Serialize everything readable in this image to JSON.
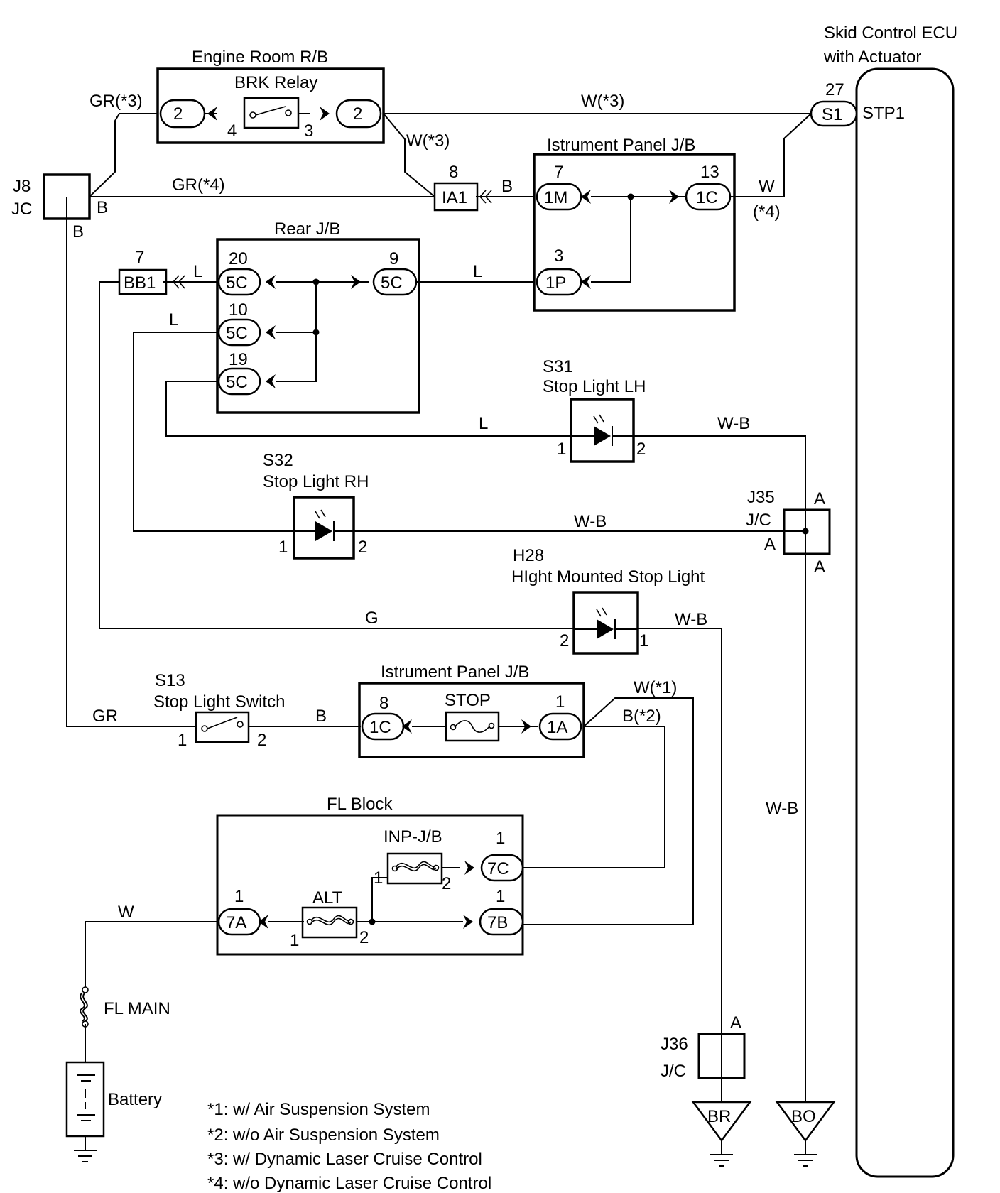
{
  "ecu": {
    "title1": "Skid Control ECU",
    "title2": "with Actuator",
    "pin_num": "27",
    "pin": "S1",
    "terminal": "STP1"
  },
  "engine_rb": {
    "title": "Engine Room R/B",
    "relay": "BRK Relay",
    "left_pin": "2",
    "right_pin": "2",
    "relay_pin_left": "4",
    "relay_pin_right": "3"
  },
  "wires": {
    "gr3": "GR(*3)",
    "w3_top": "W(*3)",
    "w3_diag": "W(*3)",
    "gr4": "GR(*4)",
    "b_ia1": "B",
    "w_ecu": "W",
    "star4": "(*4)",
    "l_bb1": "L",
    "l_rear_ip": "L",
    "l_10": "L",
    "l_s31": "L",
    "wb_s31": "W-B",
    "wb_s32": "W-B",
    "g_h28": "G",
    "wb_h28": "W-B",
    "gr_sw": "GR",
    "b_sw": "B",
    "w1": "W(*1)",
    "b2": "B(*2)",
    "wb_vert": "W-B",
    "w_fl": "W"
  },
  "j8": {
    "name": "J8",
    "sub": "JC",
    "pin_right": "B",
    "pin_bottom": "B"
  },
  "ia1": {
    "num": "8",
    "name": "IA1"
  },
  "ip_jb": {
    "title": "Istrument Panel J/B",
    "p7": "7",
    "c1m": "1M",
    "p13": "13",
    "c1c": "1C",
    "p3": "3",
    "c1p": "1P"
  },
  "rear_jb": {
    "title": "Rear J/B",
    "p20": "20",
    "p9": "9",
    "p10": "10",
    "p19": "19",
    "conn": "5C"
  },
  "bb1": {
    "num": "7",
    "name": "BB1"
  },
  "s31": {
    "id": "S31",
    "name": "Stop Light LH",
    "p1": "1",
    "p2": "2"
  },
  "s32": {
    "id": "S32",
    "name": "Stop Light RH",
    "p1": "1",
    "p2": "2"
  },
  "j35": {
    "name": "J35",
    "sub": "J/C",
    "a_top": "A",
    "a_left": "A",
    "a_bottom": "A"
  },
  "h28": {
    "id": "H28",
    "name": "HIght Mounted Stop Light",
    "p2": "2",
    "p1": "1"
  },
  "s13": {
    "id": "S13",
    "name": "Stop Light Switch",
    "p1": "1",
    "p2": "2"
  },
  "ip_jb2": {
    "title": "Istrument Panel J/B",
    "p8": "8",
    "c1c": "1C",
    "fuse": "STOP",
    "p1": "1",
    "c1a": "1A"
  },
  "fl_block": {
    "title": "FL Block",
    "inp": "INP-J/B",
    "alt": "ALT",
    "p1_7c": "1",
    "c7c": "7C",
    "p1_7a": "1",
    "c7a": "7A",
    "p1_7b": "1",
    "c7b": "7B",
    "inp_p1": "1",
    "inp_p2": "2",
    "alt_p1": "1",
    "alt_p2": "2"
  },
  "fl_main": "FL MAIN",
  "battery": "Battery",
  "j36": {
    "name": "J36",
    "sub": "J/C",
    "a": "A"
  },
  "grounds": {
    "br": "BR",
    "bo": "BO"
  },
  "notes": [
    "*1: w/ Air Suspension System",
    "*2: w/o Air Suspension System",
    "*3: w/ Dynamic Laser Cruise Control",
    "*4: w/o Dynamic Laser Cruise Control"
  ]
}
